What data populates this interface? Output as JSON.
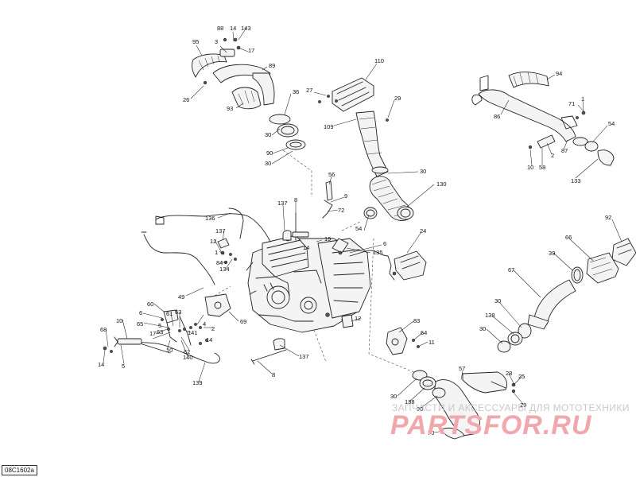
{
  "diagram": {
    "reference_code": "08C1602a",
    "watermark_top": "ЗАПЧАСТИ И АКСЕССУАРЫ ДЛЯ МОТОТЕХНИКИ",
    "watermark_logo": "PARTSFOR.RU",
    "callouts": [
      {
        "id": "c88",
        "text": "88"
      },
      {
        "id": "c14a",
        "text": "14"
      },
      {
        "id": "c143",
        "text": "143"
      },
      {
        "id": "c95",
        "text": "95"
      },
      {
        "id": "c3a",
        "text": "3"
      },
      {
        "id": "c17a",
        "text": "17"
      },
      {
        "id": "c89",
        "text": "89"
      },
      {
        "id": "c26",
        "text": "26"
      },
      {
        "id": "c93",
        "text": "93"
      },
      {
        "id": "c36",
        "text": "36"
      },
      {
        "id": "c30a",
        "text": "30"
      },
      {
        "id": "c90",
        "text": "90"
      },
      {
        "id": "c30b",
        "text": "30"
      },
      {
        "id": "c110",
        "text": "110"
      },
      {
        "id": "c27",
        "text": "27"
      },
      {
        "id": "c29",
        "text": "29"
      },
      {
        "id": "c109",
        "text": "109"
      },
      {
        "id": "c30c",
        "text": "30"
      },
      {
        "id": "c130",
        "text": "130"
      },
      {
        "id": "c94",
        "text": "94"
      },
      {
        "id": "c71",
        "text": "71"
      },
      {
        "id": "c1a",
        "text": "1"
      },
      {
        "id": "c86",
        "text": "86"
      },
      {
        "id": "c54a",
        "text": "54"
      },
      {
        "id": "c2a",
        "text": "2"
      },
      {
        "id": "c87",
        "text": "87"
      },
      {
        "id": "c10a",
        "text": "10"
      },
      {
        "id": "c58",
        "text": "58"
      },
      {
        "id": "c133",
        "text": "133"
      },
      {
        "id": "c56",
        "text": "56"
      },
      {
        "id": "c9",
        "text": "9"
      },
      {
        "id": "c8a",
        "text": "8"
      },
      {
        "id": "c137a",
        "text": "137"
      },
      {
        "id": "c72",
        "text": "72"
      },
      {
        "id": "c136",
        "text": "136"
      },
      {
        "id": "c54b",
        "text": "54"
      },
      {
        "id": "c6a",
        "text": "6"
      },
      {
        "id": "c137b",
        "text": "137"
      },
      {
        "id": "c19",
        "text": "19"
      },
      {
        "id": "c14b",
        "text": "14"
      },
      {
        "id": "c135",
        "text": "135"
      },
      {
        "id": "c24",
        "text": "24"
      },
      {
        "id": "c12a",
        "text": "12"
      },
      {
        "id": "c1b",
        "text": "1"
      },
      {
        "id": "c84",
        "text": "84"
      },
      {
        "id": "c134",
        "text": "134"
      },
      {
        "id": "c92",
        "text": "92"
      },
      {
        "id": "c66",
        "text": "66"
      },
      {
        "id": "c39",
        "text": "39"
      },
      {
        "id": "c67",
        "text": "67"
      },
      {
        "id": "c49",
        "text": "49"
      },
      {
        "id": "c60",
        "text": "60"
      },
      {
        "id": "c6b",
        "text": "6"
      },
      {
        "id": "c63a",
        "text": "63"
      },
      {
        "id": "c61",
        "text": "61"
      },
      {
        "id": "c65",
        "text": "65"
      },
      {
        "id": "c4",
        "text": "4"
      },
      {
        "id": "c2b",
        "text": "2"
      },
      {
        "id": "c69",
        "text": "69"
      },
      {
        "id": "c12b",
        "text": "12"
      },
      {
        "id": "c5a",
        "text": "5"
      },
      {
        "id": "c10b",
        "text": "10"
      },
      {
        "id": "c68",
        "text": "68"
      },
      {
        "id": "c17b",
        "text": "17"
      },
      {
        "id": "c63b",
        "text": "63"
      },
      {
        "id": "c141",
        "text": "141"
      },
      {
        "id": "c62",
        "text": "62"
      },
      {
        "id": "c14c",
        "text": "14"
      },
      {
        "id": "c10c",
        "text": "10"
      },
      {
        "id": "c140",
        "text": "140"
      },
      {
        "id": "c14d",
        "text": "14"
      },
      {
        "id": "c5b",
        "text": "5"
      },
      {
        "id": "c83",
        "text": "83"
      },
      {
        "id": "c64",
        "text": "64"
      },
      {
        "id": "c11",
        "text": "11"
      },
      {
        "id": "c137c",
        "text": "137"
      },
      {
        "id": "c30d",
        "text": "30"
      },
      {
        "id": "c138a",
        "text": "138"
      },
      {
        "id": "c30e",
        "text": "30"
      },
      {
        "id": "c8b",
        "text": "8"
      },
      {
        "id": "c139",
        "text": "139"
      },
      {
        "id": "c57",
        "text": "57"
      },
      {
        "id": "c28",
        "text": "28"
      },
      {
        "id": "c25",
        "text": "25"
      },
      {
        "id": "c29b",
        "text": "29"
      },
      {
        "id": "c30f",
        "text": "30"
      },
      {
        "id": "c138b",
        "text": "138"
      },
      {
        "id": "c30g",
        "text": "30"
      },
      {
        "id": "c70",
        "text": "70"
      }
    ]
  }
}
